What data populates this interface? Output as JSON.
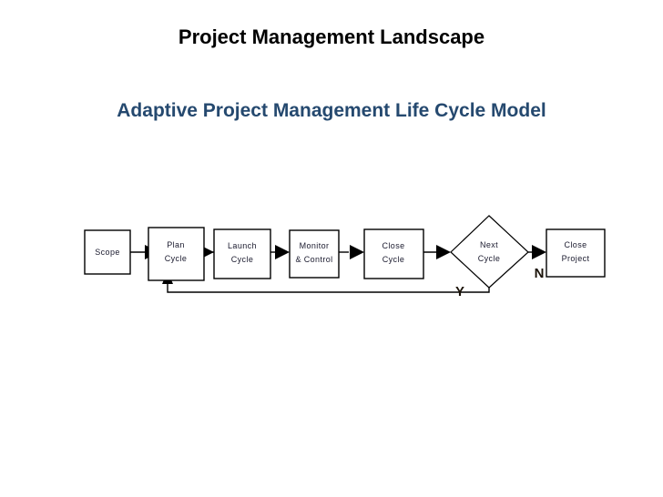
{
  "slide": {
    "background_color": "#ffffff",
    "title": "Project Management Landscape",
    "title_color": "#000000",
    "subtitle": "Adaptive Project Management Life Cycle Model",
    "subtitle_color": "#25496F"
  },
  "diagram": {
    "type": "flowchart",
    "orientation": "left-to-right",
    "nodes": [
      {
        "id": "scope",
        "shape": "rectangle",
        "line1": "Scope",
        "line2": ""
      },
      {
        "id": "plan-cycle",
        "shape": "rectangle",
        "line1": "Plan",
        "line2": "Cycle"
      },
      {
        "id": "launch-cycle",
        "shape": "rectangle",
        "line1": "Launch",
        "line2": "Cycle"
      },
      {
        "id": "monitor-control",
        "shape": "rectangle",
        "line1": "Monitor",
        "line2": "& Control"
      },
      {
        "id": "close-cycle",
        "shape": "rectangle",
        "line1": "Close",
        "line2": "Cycle"
      },
      {
        "id": "next-cycle",
        "shape": "diamond",
        "line1": "Next",
        "line2": "Cycle"
      },
      {
        "id": "close-project",
        "shape": "rectangle",
        "line1": "Close",
        "line2": "Project"
      }
    ],
    "branch_labels": {
      "yes": "Y",
      "no": "N"
    },
    "edges": [
      {
        "from": "scope",
        "to": "plan-cycle",
        "label": ""
      },
      {
        "from": "plan-cycle",
        "to": "launch-cycle",
        "label": ""
      },
      {
        "from": "launch-cycle",
        "to": "monitor-control",
        "label": ""
      },
      {
        "from": "monitor-control",
        "to": "close-cycle",
        "label": ""
      },
      {
        "from": "close-cycle",
        "to": "next-cycle",
        "label": ""
      },
      {
        "from": "next-cycle",
        "to": "close-project",
        "label": "N"
      },
      {
        "from": "next-cycle",
        "to": "plan-cycle",
        "label": "Y"
      }
    ]
  }
}
